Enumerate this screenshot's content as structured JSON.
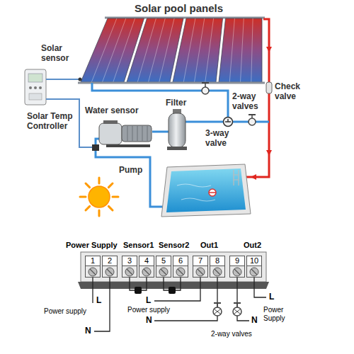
{
  "diagram": {
    "nodes": [
      {
        "text": [
          "1"
        ]
      },
      {
        "text": [
          "2"
        ]
      },
      {
        "text": [
          "3"
        ]
      },
      {
        "text": [
          "4"
        ]
      },
      {
        "text": [
          "5"
        ]
      },
      {
        "text": [
          "6"
        ]
      },
      {
        "text": [
          "7"
        ]
      },
      {
        "text": [
          "8"
        ]
      },
      {
        "text": [
          "9"
        ]
      },
      {
        "text": [
          "10"
        ]
      }
    ],
    "edges": [
      {
        "from": 2,
        "to": 3,
        "arrow": "none"
      },
      {
        "from": 4,
        "to": 5,
        "arrow": "none"
      }
    ],
    "labels": [
      "Solar pool panels",
      "Solar sensor",
      "Check valve",
      "2-way valves",
      "Filter",
      "Water sensor",
      "Solar Temp Controller",
      "3-way valve",
      "Pump",
      "Power Supply",
      "Sensor1",
      "Sensor2",
      "Out1",
      "Out2",
      "L",
      "Power supply",
      "N",
      "L",
      "Power supply",
      "N",
      "2-way valves",
      "L",
      "Power Supply",
      "N"
    ]
  }
}
